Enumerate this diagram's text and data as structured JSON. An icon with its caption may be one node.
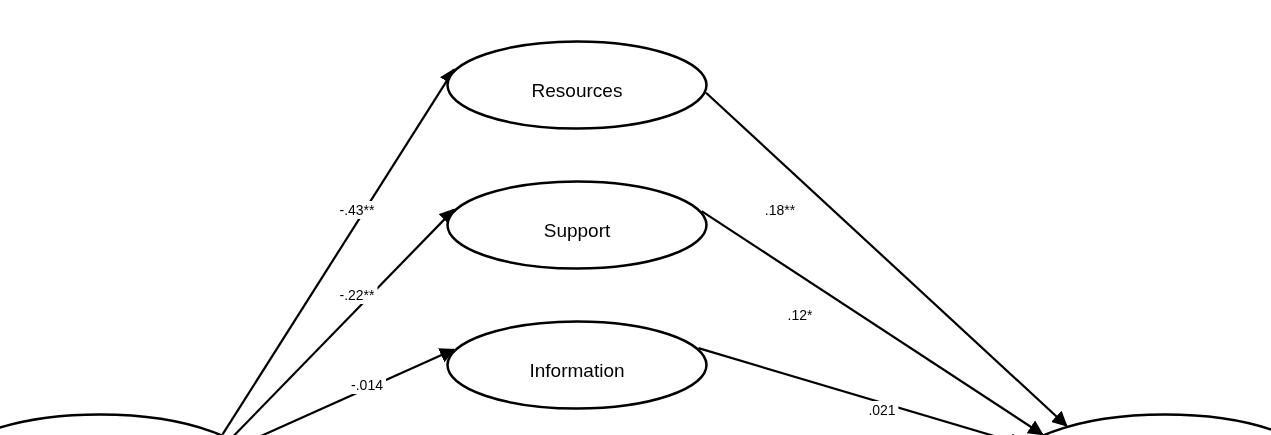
{
  "diagram": {
    "nodes": [
      {
        "text": [
          "Resources"
        ]
      },
      {
        "text": [
          "Support"
        ]
      },
      {
        "text": [
          "Information"
        ]
      },
      {
        "text": [],
        "shape": "ellipse"
      },
      {
        "text": [],
        "shape": "ellipse"
      }
    ],
    "edges": [
      {
        "from": 3,
        "to": 0,
        "arrow": "to",
        "label": "-.43**"
      },
      {
        "from": 3,
        "to": 1,
        "arrow": "to",
        "label": "-.22**"
      },
      {
        "from": 3,
        "to": 2,
        "arrow": "to",
        "label": "-.014"
      },
      {
        "from": 0,
        "to": 4,
        "arrow": "to",
        "label": ".18**"
      },
      {
        "from": 1,
        "to": 4,
        "arrow": "to",
        "label": ".12*"
      },
      {
        "from": 2,
        "to": 4,
        "arrow": "to",
        "label": ".021"
      }
    ]
  }
}
